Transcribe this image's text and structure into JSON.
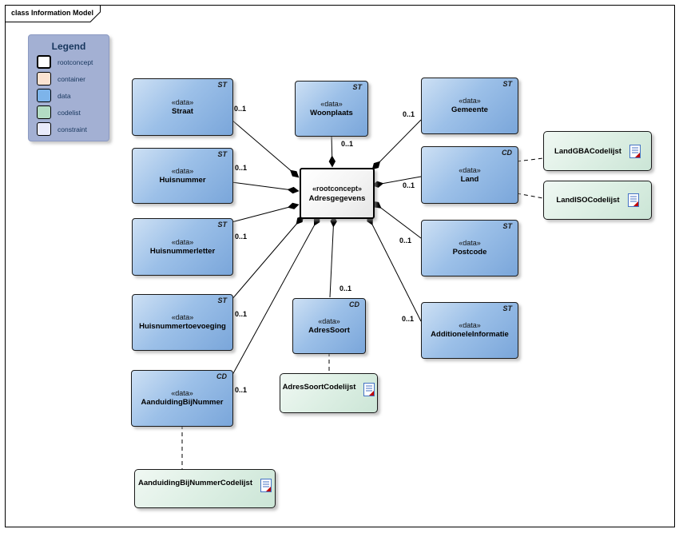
{
  "frame": {
    "title": "class Information Model"
  },
  "legend": {
    "title": "Legend",
    "items": [
      {
        "label": "rootconcept",
        "color": "#ffffff"
      },
      {
        "label": "container",
        "color": "#fbe3d1"
      },
      {
        "label": "data",
        "color": "#7db4ea"
      },
      {
        "label": "codelist",
        "color": "#b3dcc4"
      },
      {
        "label": "constraint",
        "color": "#e9ebfa"
      }
    ]
  },
  "central": {
    "stereotype": "«rootconcept»",
    "name": "Adresgegevens"
  },
  "nodes": [
    {
      "stereotype": "«data»",
      "name": "Straat",
      "marker": "ST"
    },
    {
      "stereotype": "«data»",
      "name": "Huisnummer",
      "marker": "ST"
    },
    {
      "stereotype": "«data»",
      "name": "Huisnummerletter",
      "marker": "ST"
    },
    {
      "stereotype": "«data»",
      "name": "Huisnummertoevoeging",
      "marker": "ST"
    },
    {
      "stereotype": "«data»",
      "name": "AanduidingBijNummer",
      "marker": "CD"
    },
    {
      "stereotype": "«data»",
      "name": "Woonplaats",
      "marker": "ST"
    },
    {
      "stereotype": "«data»",
      "name": "AdresSoort",
      "marker": "CD"
    },
    {
      "stereotype": "«data»",
      "name": "Gemeente",
      "marker": "ST"
    },
    {
      "stereotype": "«data»",
      "name": "Land",
      "marker": "CD"
    },
    {
      "stereotype": "«data»",
      "name": "Postcode",
      "marker": "ST"
    },
    {
      "stereotype": "«data»",
      "name": "AdditioneleInformatie",
      "marker": "ST"
    }
  ],
  "codelists": [
    {
      "name": "LandGBACodelijst"
    },
    {
      "name": "LandISOCodelijst"
    },
    {
      "name": "AdresSoortCodelijst"
    },
    {
      "name": "AanduidingBijNummerCodelijst"
    }
  ],
  "links": [
    {
      "from": "Straat",
      "to": "Adresgegevens",
      "type": "composition",
      "multiplicity": "0..1"
    },
    {
      "from": "Huisnummer",
      "to": "Adresgegevens",
      "type": "composition",
      "multiplicity": "0..1"
    },
    {
      "from": "Huisnummerletter",
      "to": "Adresgegevens",
      "type": "composition",
      "multiplicity": "0..1"
    },
    {
      "from": "Huisnummertoevoeging",
      "to": "Adresgegevens",
      "type": "composition",
      "multiplicity": "0..1"
    },
    {
      "from": "AanduidingBijNummer",
      "to": "Adresgegevens",
      "type": "composition",
      "multiplicity": "0..1"
    },
    {
      "from": "Woonplaats",
      "to": "Adresgegevens",
      "type": "composition",
      "multiplicity": "0..1"
    },
    {
      "from": "AdresSoort",
      "to": "Adresgegevens",
      "type": "composition",
      "multiplicity": "0..1"
    },
    {
      "from": "Gemeente",
      "to": "Adresgegevens",
      "type": "composition",
      "multiplicity": "0..1"
    },
    {
      "from": "Land",
      "to": "Adresgegevens",
      "type": "composition",
      "multiplicity": "0..1"
    },
    {
      "from": "Postcode",
      "to": "Adresgegevens",
      "type": "composition",
      "multiplicity": "0..1"
    },
    {
      "from": "AdditioneleInformatie",
      "to": "Adresgegevens",
      "type": "composition",
      "multiplicity": "0..1"
    }
  ],
  "codelist_links": [
    {
      "from": "Land",
      "to": "LandGBACodelijst",
      "style": "dashed"
    },
    {
      "from": "Land",
      "to": "LandISOCodelijst",
      "style": "dashed"
    },
    {
      "from": "AdresSoort",
      "to": "AdresSoortCodelijst",
      "style": "dashed"
    },
    {
      "from": "AanduidingBijNummer",
      "to": "AanduidingBijNummerCodelijst",
      "style": "dashed"
    }
  ],
  "colors": {
    "data_fill": "#7db4ea",
    "codelist_fill": "#b3dcc4",
    "container_fill": "#fbe3d1",
    "constraint_fill": "#e9ebfa",
    "rootconcept_fill": "#ffffff",
    "legend_bg": "#a3b0d3",
    "legend_text": "#17365d",
    "line": "#000000",
    "doc_icon_blue": "#4472c4",
    "doc_icon_red": "#c00000"
  }
}
